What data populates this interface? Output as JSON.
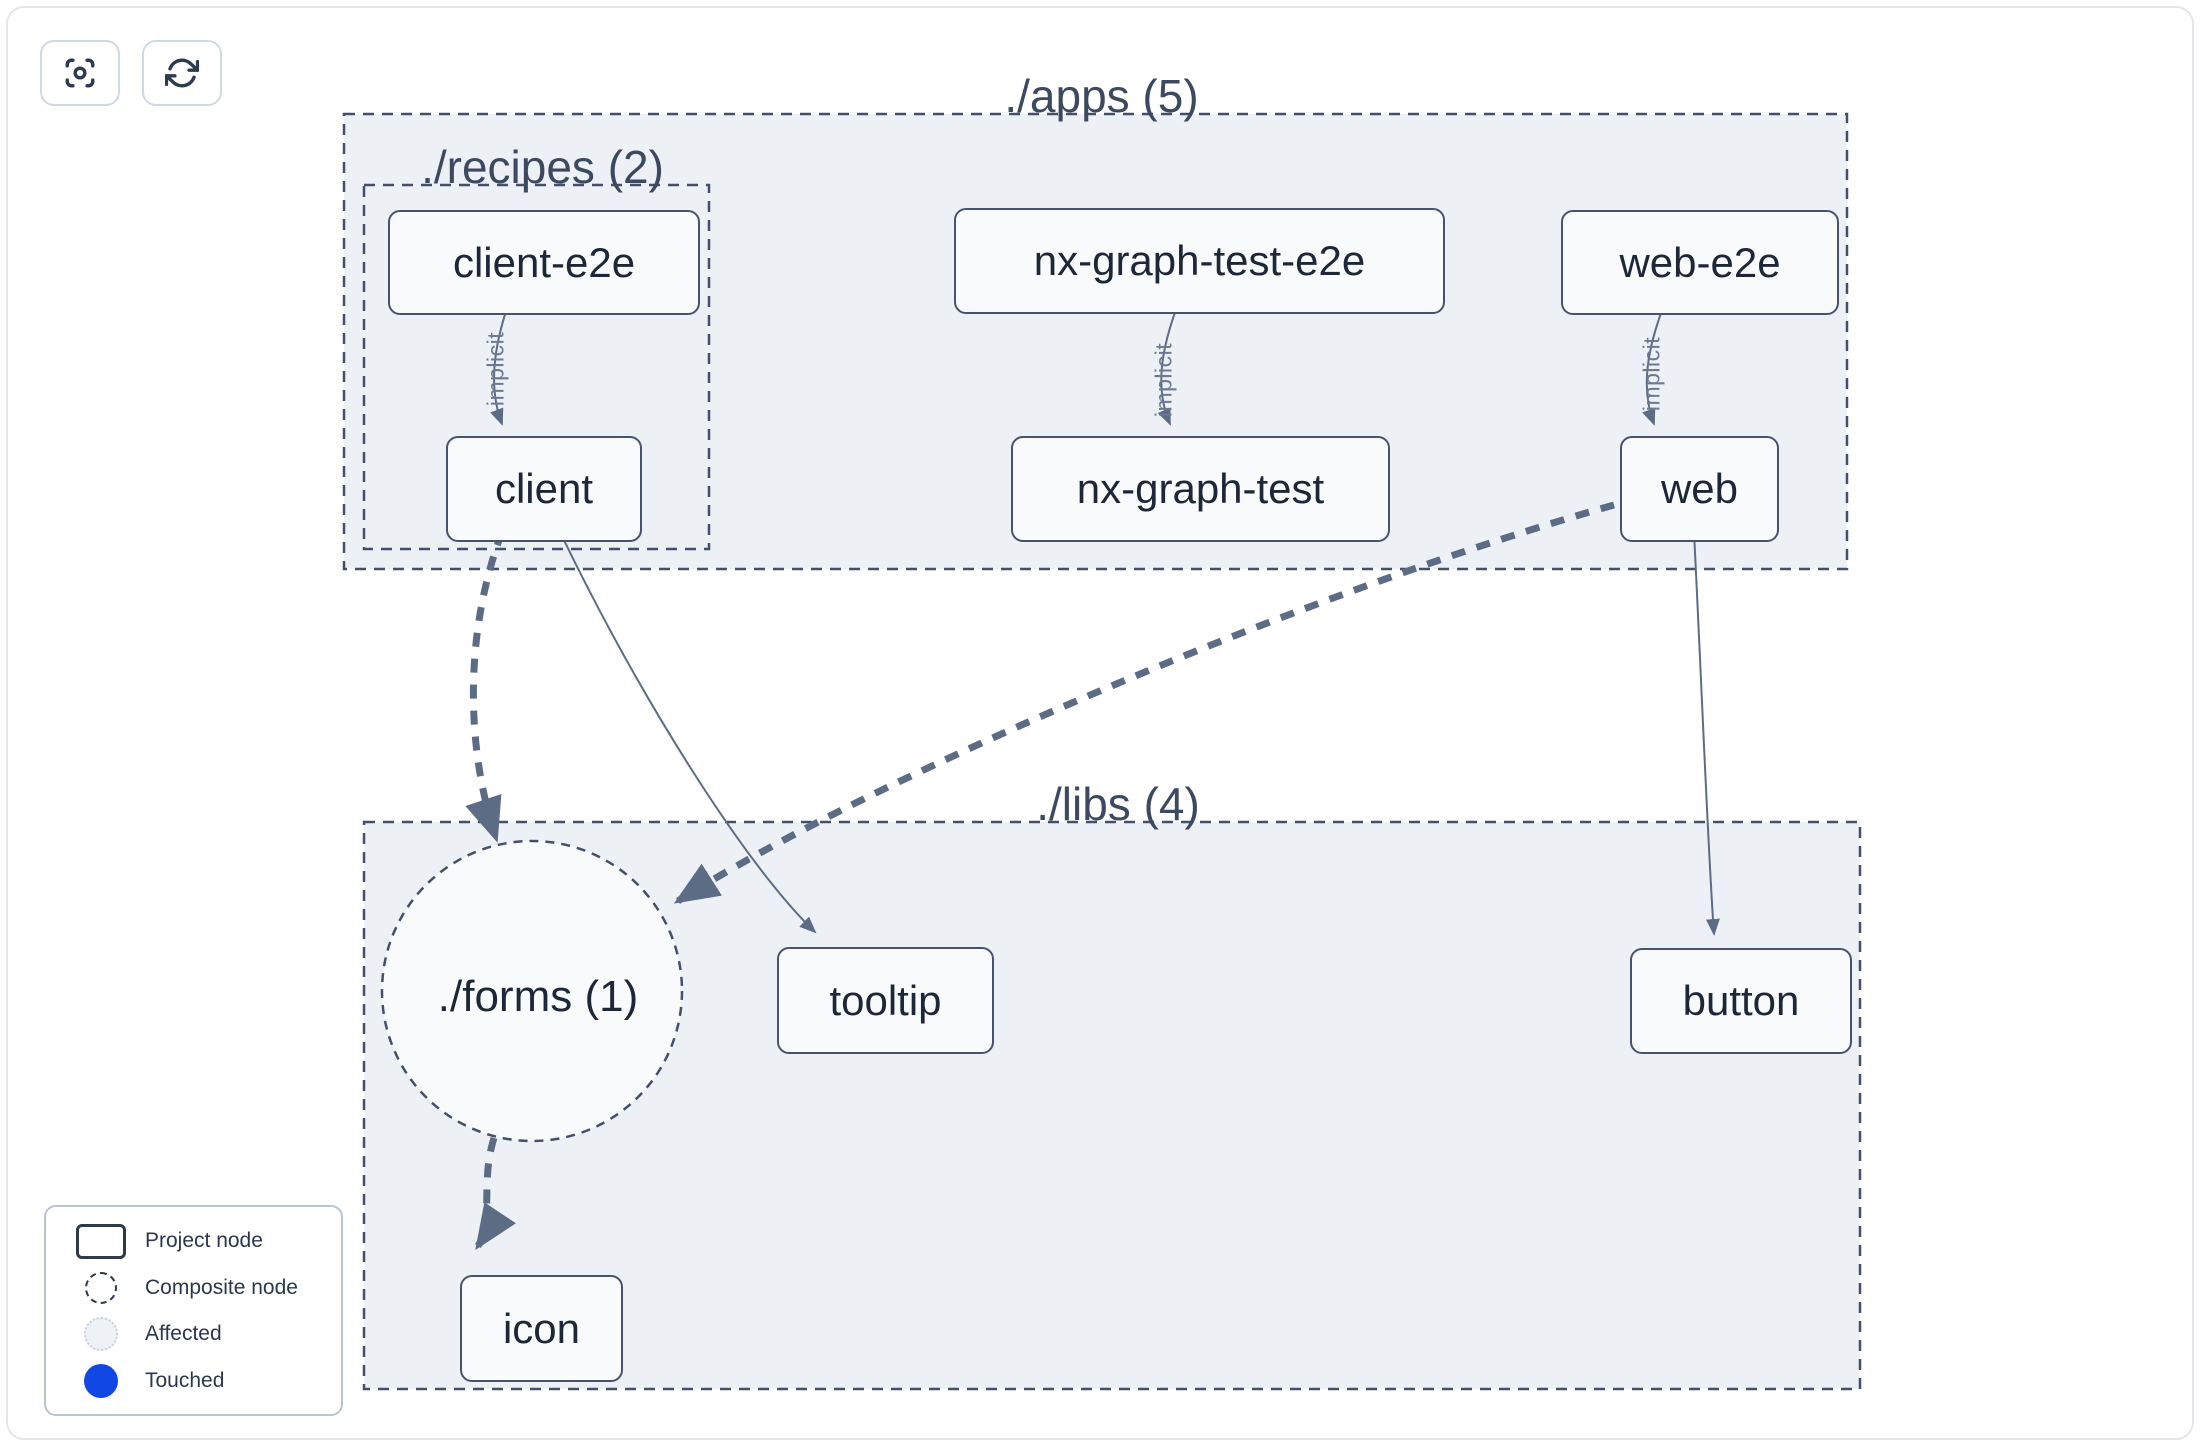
{
  "toolbar": {
    "buttons": [
      {
        "icon": "focus-icon"
      },
      {
        "icon": "refresh-icon"
      }
    ]
  },
  "graph": {
    "groups": [
      {
        "id": "apps",
        "label": "./apps (5)"
      },
      {
        "id": "recipes",
        "label": "./recipes (2)"
      },
      {
        "id": "libs",
        "label": "./libs (4)"
      }
    ],
    "composite_node": {
      "label": "./forms (1)"
    },
    "nodes": [
      {
        "label": "client-e2e"
      },
      {
        "label": "nx-graph-test-e2e"
      },
      {
        "label": "web-e2e"
      },
      {
        "label": "client"
      },
      {
        "label": "nx-graph-test"
      },
      {
        "label": "web"
      },
      {
        "label": "tooltip"
      },
      {
        "label": "button"
      },
      {
        "label": "icon"
      }
    ],
    "edges": [
      {
        "source": "client-e2e",
        "target": "client",
        "label": "implicit",
        "style": "solid-thin"
      },
      {
        "source": "nx-graph-test-e2e",
        "target": "nx-graph-test",
        "label": "implicit",
        "style": "solid-thin"
      },
      {
        "source": "web-e2e",
        "target": "web",
        "label": "implicit",
        "style": "solid-thin"
      },
      {
        "source": "client",
        "target": "./forms (1)",
        "style": "dashed-thick"
      },
      {
        "source": "client",
        "target": "tooltip",
        "style": "solid-thin"
      },
      {
        "source": "web",
        "target": "./forms (1)",
        "style": "dashed-thick"
      },
      {
        "source": "web",
        "target": "button",
        "style": "solid-thin"
      },
      {
        "source": "./forms (1)",
        "target": "icon",
        "style": "dashed-thick"
      }
    ]
  },
  "legend": {
    "items": [
      {
        "swatch": "project-node-swatch",
        "label": "Project node"
      },
      {
        "swatch": "composite-node-swatch",
        "label": "Composite node"
      },
      {
        "swatch": "affected-swatch",
        "label": "Affected"
      },
      {
        "swatch": "touched-swatch",
        "label": "Touched"
      }
    ]
  },
  "colors": {
    "container_fill": "#edf1f6",
    "container_border": "#44506b",
    "node_fill": "#f8fafc",
    "node_border": "#47536d",
    "node_text": "#1d2738",
    "edge": "#5d6c85",
    "edge_label": "#6b7a92",
    "touched_blue": "#1147e4",
    "affected_fill": "#eef1f5"
  }
}
